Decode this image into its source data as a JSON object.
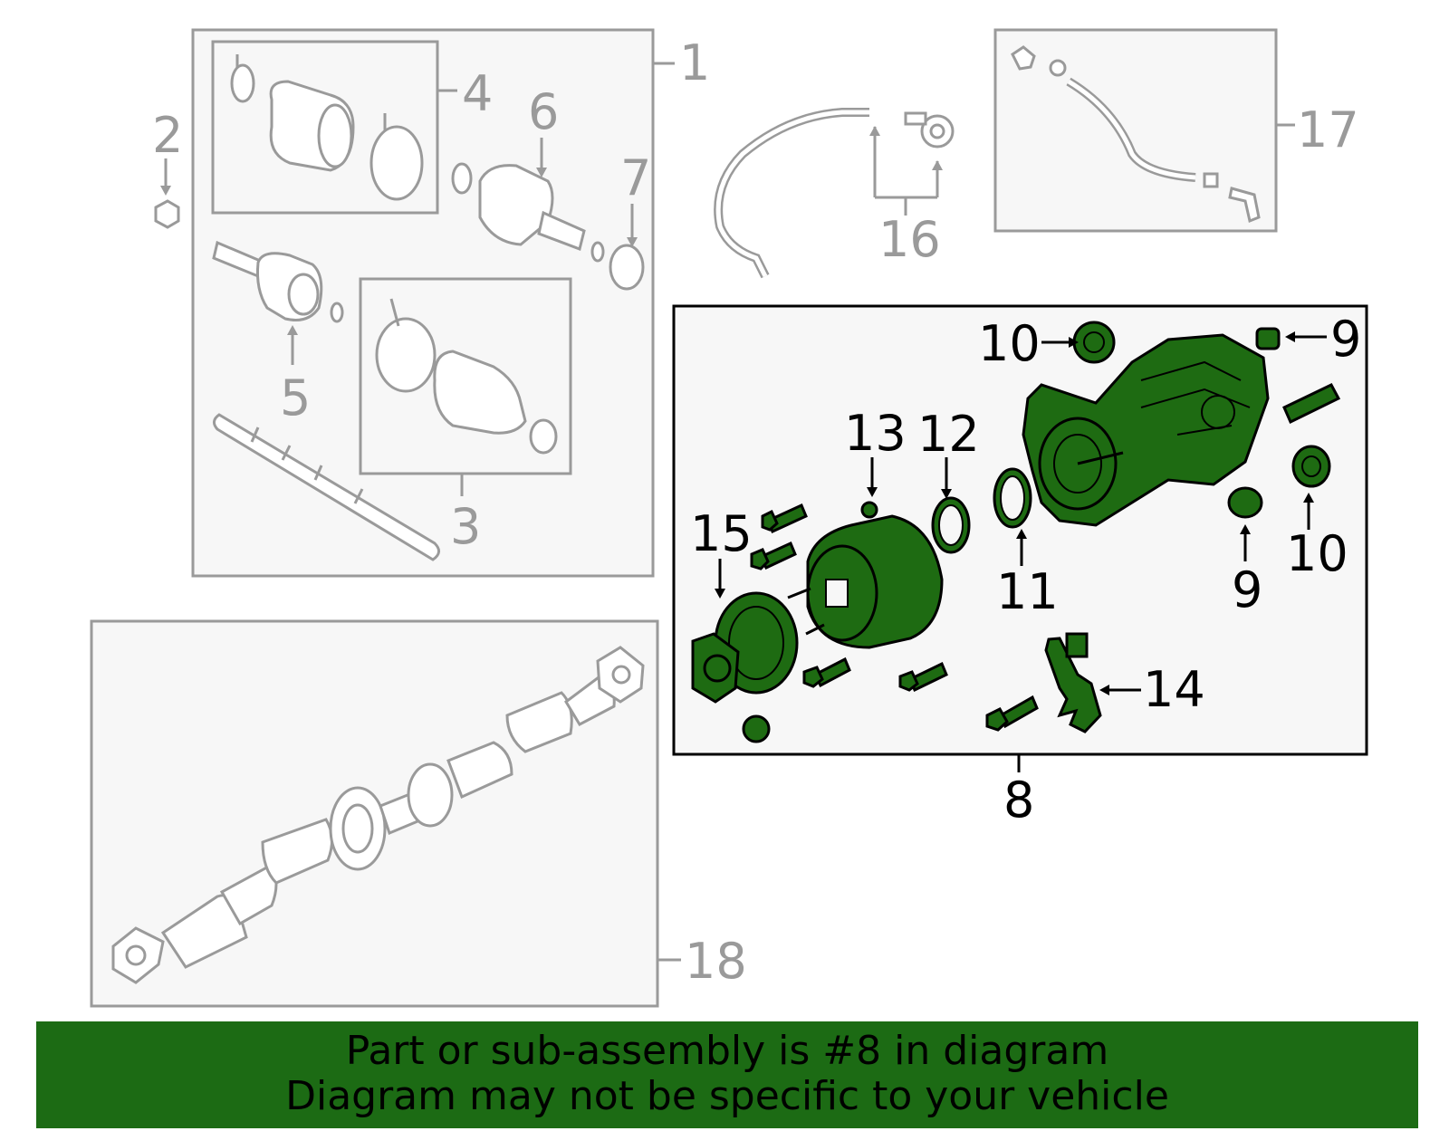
{
  "callouts": {
    "c1": "1",
    "c2": "2",
    "c3": "3",
    "c4": "4",
    "c5": "5",
    "c6": "6",
    "c7": "7",
    "c8": "8",
    "c9a": "9",
    "c9b": "9",
    "c10a": "10",
    "c10b": "10",
    "c11": "11",
    "c12": "12",
    "c13": "13",
    "c14": "14",
    "c15": "15",
    "c16": "16",
    "c17": "17",
    "c18": "18"
  },
  "banner": {
    "line1": "Part or sub-assembly is #8 in diagram",
    "line2": "Diagram may not be specific to your vehicle"
  },
  "colors": {
    "highlight": "#1e6b12",
    "banner": "#1c6b14",
    "outline_gray": "#9a9a9a"
  }
}
